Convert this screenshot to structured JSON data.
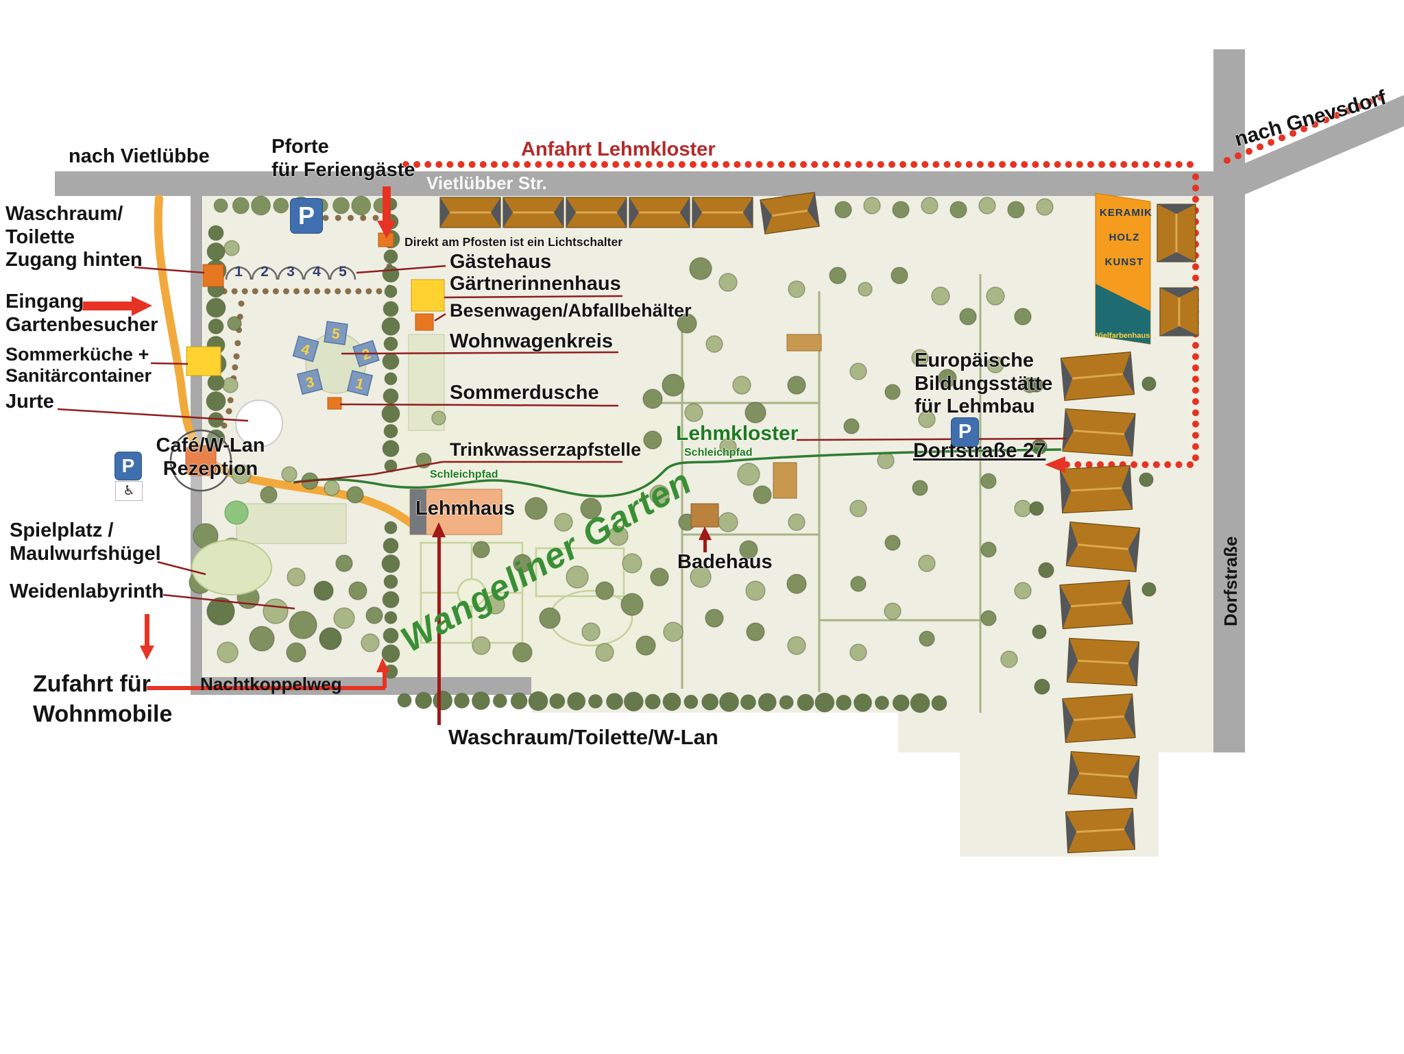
{
  "map": {
    "roads": {
      "nach_vietluebbe": "nach Vietlübbe",
      "vietluebber_str": "Vietlübber Str.",
      "nach_gnevsdorf": "nach Gnevsdorf",
      "dorfstrasse": "Dorfstraße",
      "nachtkoppelweg": "Nachtkoppelweg"
    },
    "route_labels": {
      "anfahrt_lehmkloster": "Anfahrt Lehmkloster",
      "schleichpfad_west": "Schleichpfad",
      "schleichpfad_ost": "Schleichpfad"
    },
    "poi": {
      "pforte": "Pforte\nfür Feriengäste",
      "waschraum_nordwest": "Waschraum/\nToilette\nZugang hinten",
      "lichtschalter_hinweis": "Direkt am Pfosten ist ein Lichtschalter",
      "gaestehaus": "Gästehaus",
      "gaertnerinnenhaus": "Gärtnerinnenhaus",
      "besenwagen": "Besenwagen/Abfallbehälter",
      "wohnwagenkreis": "Wohnwagenkreis",
      "sommerdusche": "Sommerdusche",
      "eingang_gartenbesucher": "Eingang\nGartenbesucher",
      "sommerkueche": "Sommerküche +\nSanitärcontainer",
      "jurte": "Jurte",
      "cafe_rezeption": "Café/W-Lan\nRezeption",
      "trinkwasserzapfstelle": "Trinkwasserzapfstelle",
      "lehmkloster": "Lehmkloster",
      "bildungsstaette": "Europäische\nBildungsstätte\nfür Lehmbau",
      "dorfstrasse_27": "Dorfstraße 27",
      "lehmhaus": "Lehmhaus",
      "spielplatz": "Spielplatz /\nMaulwurfshügel",
      "weidenlabyrinth": "Weidenlabyrinth",
      "badehaus": "Badehaus",
      "garten_name": "Wangeliner Garten",
      "zufahrt_wohnmobile": "Zufahrt für\nWohnmobile",
      "waschraum_sued": "Waschraum/Toilette/W-Lan"
    },
    "sign_vielfarbenhaus": {
      "line1": "KERAMIK",
      "line2": "HOLZ",
      "line3": "KUNST",
      "footer": "Vielfarbenhaus"
    },
    "parking_letter": "P",
    "wheelchair_icon": "♿",
    "stellplatz_nummern": [
      "1",
      "2",
      "3",
      "4",
      "5"
    ],
    "wohnwagen_nummern": [
      "5",
      "2",
      "1",
      "3",
      "4"
    ],
    "colors": {
      "route_red": "#e63323",
      "leader_darkred": "#8f1d1d",
      "path_orange": "#f2a93b",
      "schleichpfad_green": "#2e7d32",
      "label_green": "#1d7a1f",
      "road_gray": "#a9a9a9"
    }
  }
}
